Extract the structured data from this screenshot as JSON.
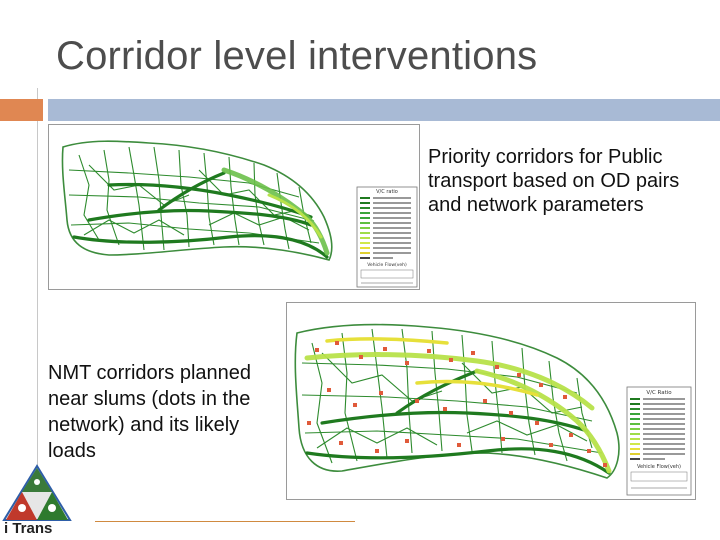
{
  "slide": {
    "title": "Corridor level interventions",
    "caption_right": "Priority corridors for Public transport based on OD pairs and network parameters",
    "caption_left": "NMT corridors planned near slums (dots in the network) and its likely loads",
    "logo_text": "i Trans"
  },
  "colors": {
    "title": "#4d4d4d",
    "band_orange": "#e08752",
    "band_blue": "#a8bad5",
    "network_dark": "#1f7a1f",
    "network_mid": "#3aa53a",
    "network_light": "#b8e24a",
    "network_yellow": "#e6e03a",
    "slum_dots": "#e05a3a"
  },
  "map1": {
    "legend_title": "V/C ratio",
    "legend_footer": "Vehicle Flow(veh)"
  },
  "map2": {
    "legend_title": "V/C Ratio",
    "legend_footer": "Vehicle Flow(veh)"
  }
}
